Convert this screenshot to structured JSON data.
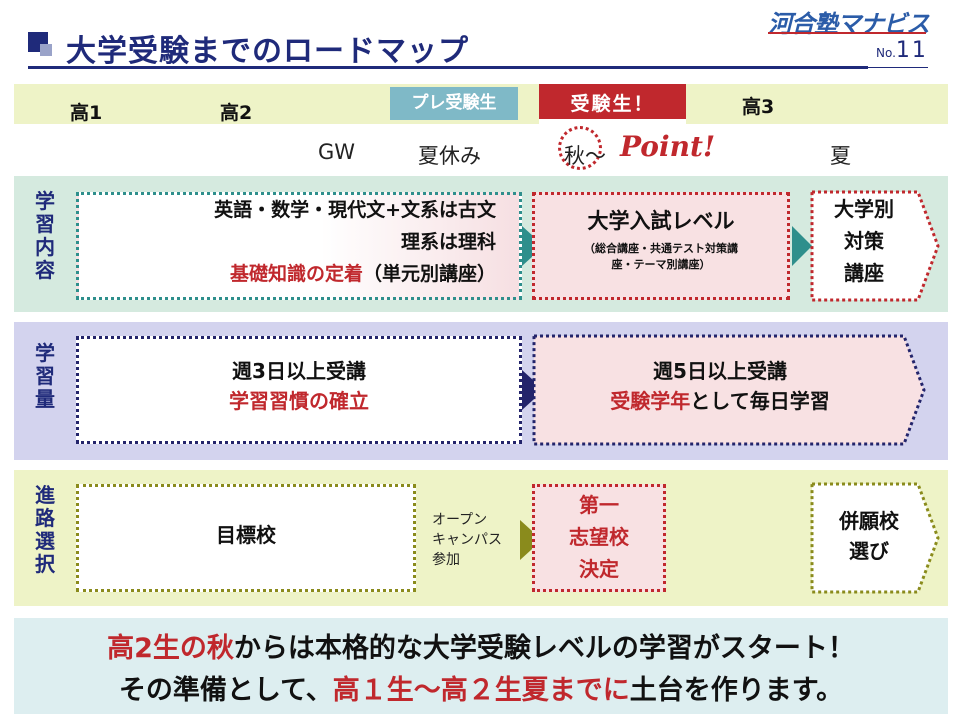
{
  "header": {
    "title": "大学受験までのロードマップ",
    "brand": "河合塾マナビス",
    "page_label": "No.",
    "page_number": "11"
  },
  "grades": {
    "k1": "高1",
    "k2": "高2",
    "pre": "プレ受験生",
    "exam": "受験生！",
    "k3": "高3"
  },
  "seasons": {
    "gw": "GW",
    "summer1": "夏休み",
    "autumn": "秋〜",
    "point": "Point!",
    "summer2": "夏"
  },
  "study_content": {
    "label": [
      "学",
      "習",
      "内",
      "容"
    ],
    "box1_line1": "英語・数学・現代文+文系は古文",
    "box1_line2": "理系は理科",
    "box1_line3_red": "基礎知識の定着",
    "box1_line3": "（単元別講座）",
    "box2_title": "大学入試レベル",
    "box2_sub1": "（総合講座・共通テスト対策講",
    "box2_sub2": "座・テーマ別講座）",
    "box3_line1": "大学別",
    "box3_line2": "対策",
    "box3_line3": "講座"
  },
  "study_amount": {
    "label": [
      "学",
      "習",
      "量"
    ],
    "box1_line1": "週3日以上受講",
    "box1_line2_red": "学習習慣の確立",
    "box2_line1": "週5日以上受講",
    "box2_line2_red": "受験学年",
    "box2_line2": "として毎日学習"
  },
  "career": {
    "label": [
      "進",
      "路",
      "選",
      "択"
    ],
    "box1": "目標校",
    "open_campus1": "オープン",
    "open_campus2": "キャンパス",
    "open_campus3": "参加",
    "box2_line1": "第一",
    "box2_line2": "志望校",
    "box2_line3": "決定",
    "box3_line1": "併願校",
    "box3_line2": "選び"
  },
  "message": {
    "line1_red": "高2生の秋",
    "line1": "からは本格的な大学受験レベルの学習がスタート！",
    "line2_a": "その準備として、",
    "line2_red": "高１生〜高２生夏までに",
    "line2_b": "土台を作ります。"
  },
  "colors": {
    "navy": "#1f2a7a",
    "red": "#c0282d",
    "teal": "#2e8f8c",
    "study_bg": "#d5eadf",
    "amount_bg": "#d3d3ee",
    "career_bg": "#eef3c7",
    "message_bg": "#ddeef0"
  }
}
